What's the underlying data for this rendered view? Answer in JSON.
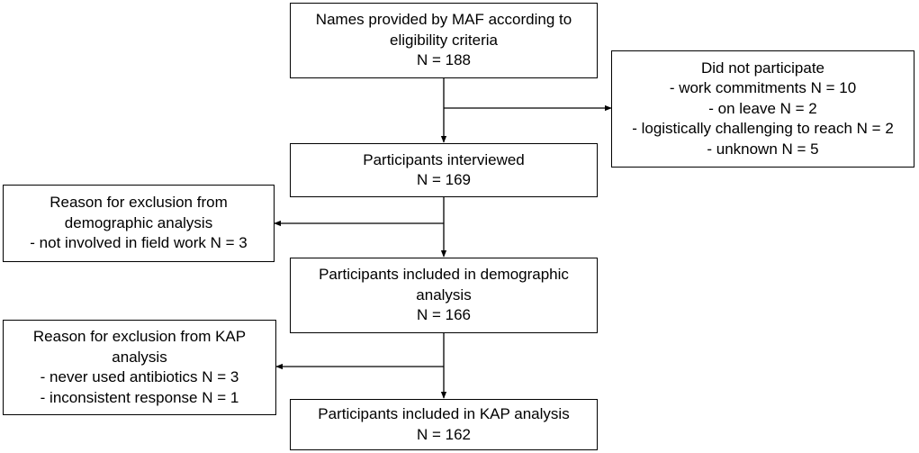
{
  "boxes": {
    "names": {
      "lines": [
        "Names provided by MAF according to",
        "eligibility criteria",
        "N = 188"
      ]
    },
    "did_not_participate": {
      "lines": [
        "Did not participate",
        "- work commitments N = 10",
        "- on leave N = 2",
        "- logistically challenging to reach N = 2",
        "- unknown N = 5"
      ]
    },
    "interviewed": {
      "lines": [
        "Participants interviewed",
        "N = 169"
      ]
    },
    "excl_demographic": {
      "lines": [
        "Reason for exclusion from",
        "demographic analysis",
        "- not involved in field work N = 3"
      ]
    },
    "demographic": {
      "lines": [
        "Participants included in demographic",
        "analysis",
        "N = 166"
      ]
    },
    "excl_kap": {
      "lines": [
        "Reason for exclusion from KAP",
        "analysis",
        "- never used antibiotics N = 3",
        "- inconsistent response N = 1"
      ]
    },
    "kap": {
      "lines": [
        "Participants included in KAP analysis",
        "N = 162"
      ]
    }
  }
}
